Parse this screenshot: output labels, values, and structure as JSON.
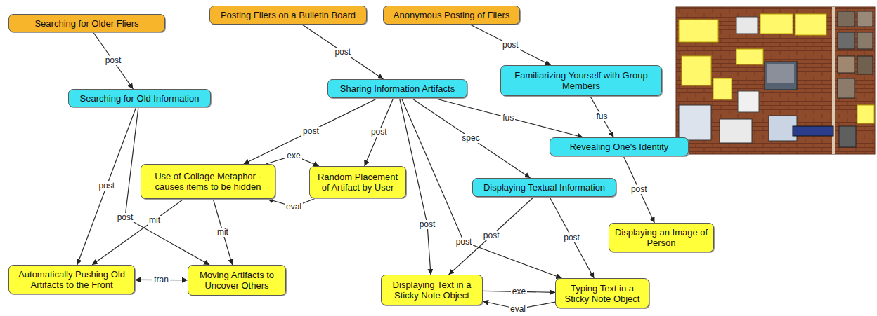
{
  "diagram": {
    "nodes": [
      {
        "text": [
          "Searching for Older Fliers"
        ]
      },
      {
        "text": [
          "Posting Fliers on a Bulletin Board"
        ]
      },
      {
        "text": [
          "Anonymous Posting of Fliers"
        ]
      },
      {
        "text": [
          "Searching for Old Information"
        ]
      },
      {
        "text": [
          "Sharing Information Artifacts"
        ]
      },
      {
        "text": [
          "Familiarizing Yourself with Group Members"
        ]
      },
      {
        "text": [
          "Revealing One's Identity"
        ]
      },
      {
        "text": [
          "Displaying Textual Information"
        ]
      },
      {
        "text": [
          "Use of Collage Metaphor -causes items to be hidden"
        ]
      },
      {
        "text": [
          "Random Placement of Artifact by User"
        ]
      },
      {
        "text": [
          "Displaying an Image of Person"
        ]
      },
      {
        "text": [
          "Automatically Pushing Old Artifacts to the Front"
        ]
      },
      {
        "text": [
          "Moving Artifacts to Uncover Others"
        ]
      },
      {
        "text": [
          "Displaying Text in a Sticky Note Object"
        ]
      },
      {
        "text": [
          "Typing Text in a Sticky Note Object"
        ]
      }
    ],
    "edges": [
      {
        "from": 0,
        "to": 3,
        "label": "post",
        "arrow": "to"
      },
      {
        "from": 1,
        "to": 4,
        "label": "post",
        "arrow": "to"
      },
      {
        "from": 2,
        "to": 5,
        "label": "post",
        "arrow": "to"
      },
      {
        "from": 3,
        "to": 11,
        "label": "post",
        "arrow": "to"
      },
      {
        "from": 3,
        "to": 12,
        "label": "post",
        "arrow": "to"
      },
      {
        "from": 4,
        "to": 8,
        "label": "post",
        "arrow": "to"
      },
      {
        "from": 4,
        "to": 9,
        "label": "post",
        "arrow": "to"
      },
      {
        "from": 8,
        "to": 9,
        "label": "exe",
        "arrow": "to"
      },
      {
        "from": 9,
        "to": 8,
        "label": "eval",
        "arrow": "to"
      },
      {
        "from": 8,
        "to": 11,
        "label": "mit",
        "arrow": "to"
      },
      {
        "from": 8,
        "to": 12,
        "label": "mit",
        "arrow": "to"
      },
      {
        "from": 11,
        "to": 12,
        "label": "tran",
        "arrow": "both"
      },
      {
        "from": 4,
        "to": 7,
        "label": "spec",
        "arrow": "to"
      },
      {
        "from": 4,
        "to": 6,
        "label": "fus",
        "arrow": "to"
      },
      {
        "from": 5,
        "to": 6,
        "label": "fus",
        "arrow": "to"
      },
      {
        "from": 4,
        "to": 13,
        "label": "post",
        "arrow": "to"
      },
      {
        "from": 4,
        "to": 14,
        "label": "post",
        "arrow": "to"
      },
      {
        "from": 7,
        "to": 13,
        "label": "post",
        "arrow": "to"
      },
      {
        "from": 7,
        "to": 14,
        "label": "post",
        "arrow": "to"
      },
      {
        "from": 13,
        "to": 14,
        "label": "exe",
        "arrow": "to"
      },
      {
        "from": 14,
        "to": 13,
        "label": "eval",
        "arrow": "to"
      },
      {
        "from": 6,
        "to": 10,
        "label": "post",
        "arrow": "to"
      }
    ]
  }
}
